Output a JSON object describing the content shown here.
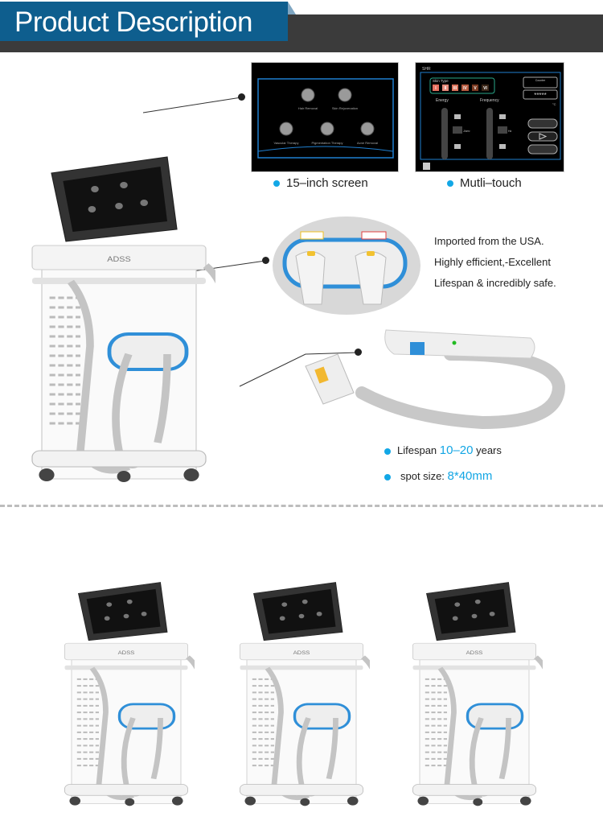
{
  "header": {
    "title": "Product Description"
  },
  "screen1": {
    "caption": "15–inch screen",
    "menu": [
      "Hair Removal",
      "Skin Rejuvenation",
      "Vascular Therapy",
      "Pigmentation Therapy",
      "Acne Removal"
    ]
  },
  "screen2": {
    "caption": "Mutli–touch",
    "mode": "SHR",
    "skin_type_label": "Skin Type",
    "skin_types": [
      "I",
      "II",
      "III",
      "IV",
      "V",
      "VI"
    ],
    "energy_label": "Energy",
    "frequency_label": "Frequency",
    "energy_unit": "J/cm²",
    "frequency_unit": "Hz",
    "counter_label": "Counter",
    "counter_value": "*****",
    "temp_unit": "°C"
  },
  "features": [
    "Imported from the USA.",
    "Highly efficient,-Excellent",
    "Lifespan & incredibly safe."
  ],
  "specs": {
    "lifespan_prefix": "Lifespan ",
    "lifespan_value": "10–20",
    "lifespan_suffix": " years",
    "spot_prefix": "spot size: ",
    "spot_value": "8*40mm"
  },
  "machine": {
    "brand": "ADSS"
  },
  "colors": {
    "header_blue": "#0e5e8e",
    "header_dark": "#3b3b3b",
    "accent": "#13a6e4",
    "handle_ring": "#2f8fd8"
  }
}
